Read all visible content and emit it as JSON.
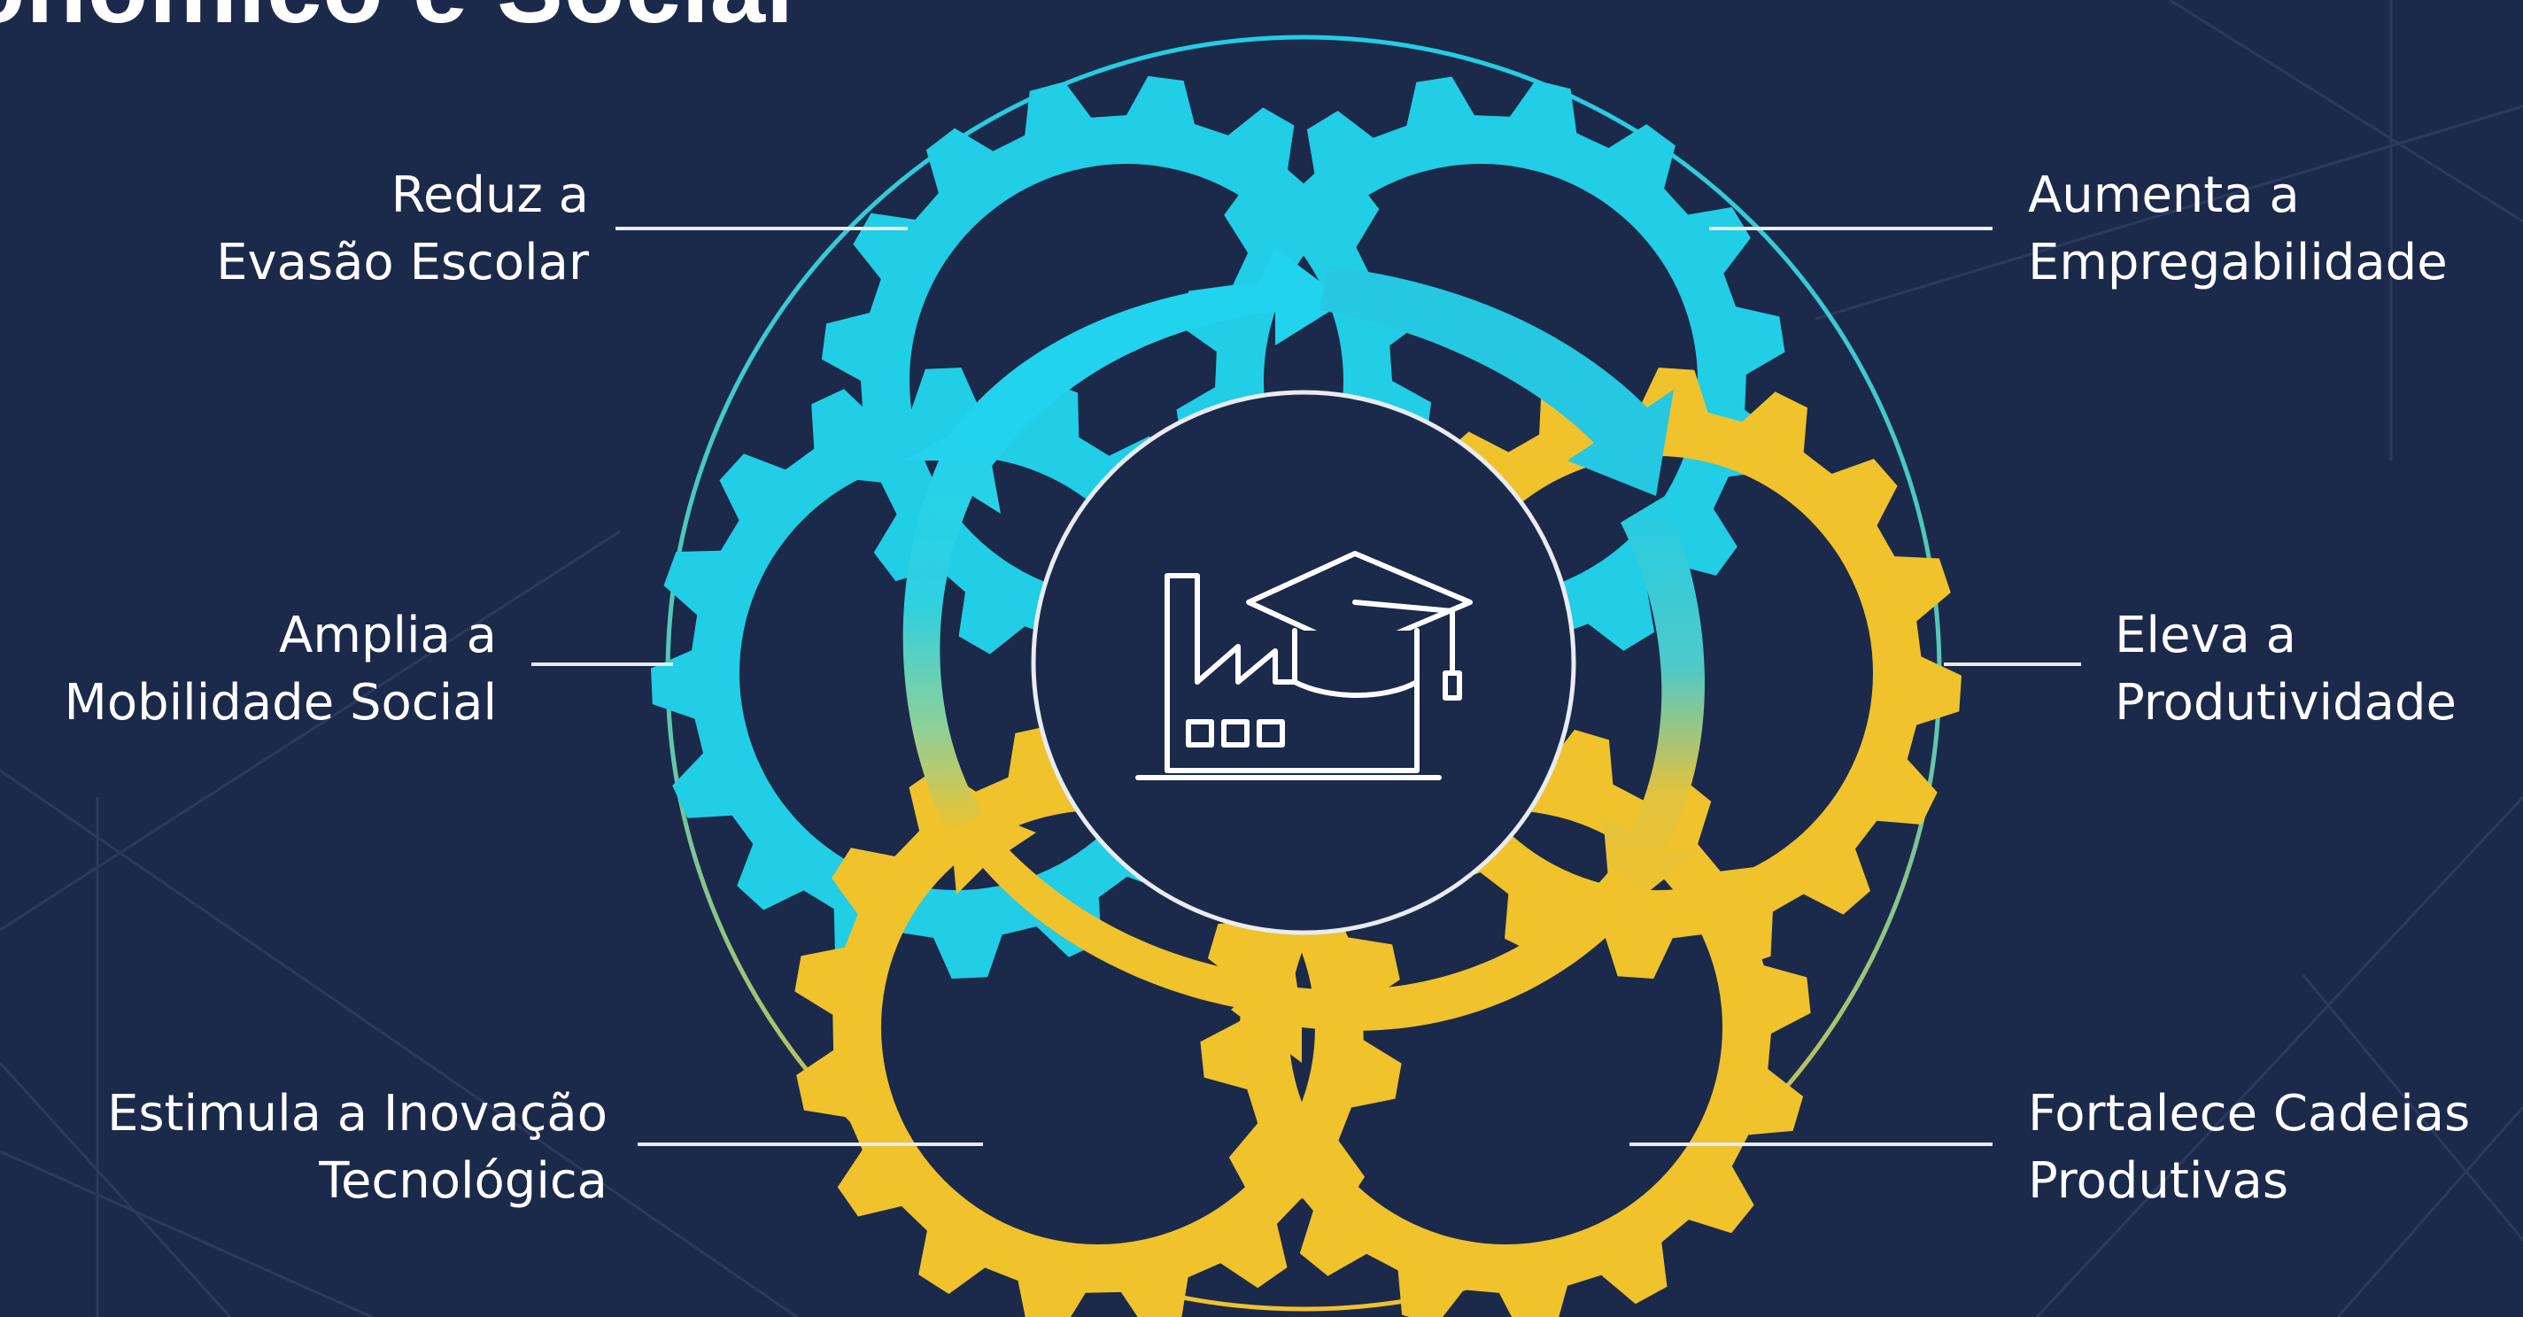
{
  "title": "onômico e Social",
  "colors": {
    "background": "#1b2a4a",
    "cyan": "#22cde6",
    "gold": "#f0c22c",
    "line": "#e8ecf2",
    "icon": "#ffffff"
  },
  "center_icon": "factory-graduation-cap-icon",
  "benefits": [
    {
      "line1": "Reduz a",
      "line2": "Evasão Escolar"
    },
    {
      "line1": "Amplia a",
      "line2": "Mobilidade Social"
    },
    {
      "line1": "Estimula a Inovação",
      "line2": "Tecnológica"
    },
    {
      "line1": "Aumenta a",
      "line2": "Empregabilidade"
    },
    {
      "line1": "Eleva a",
      "line2": "Produtividade"
    },
    {
      "line1": "Fortalece Cadeias",
      "line2": "Produtivas"
    }
  ]
}
